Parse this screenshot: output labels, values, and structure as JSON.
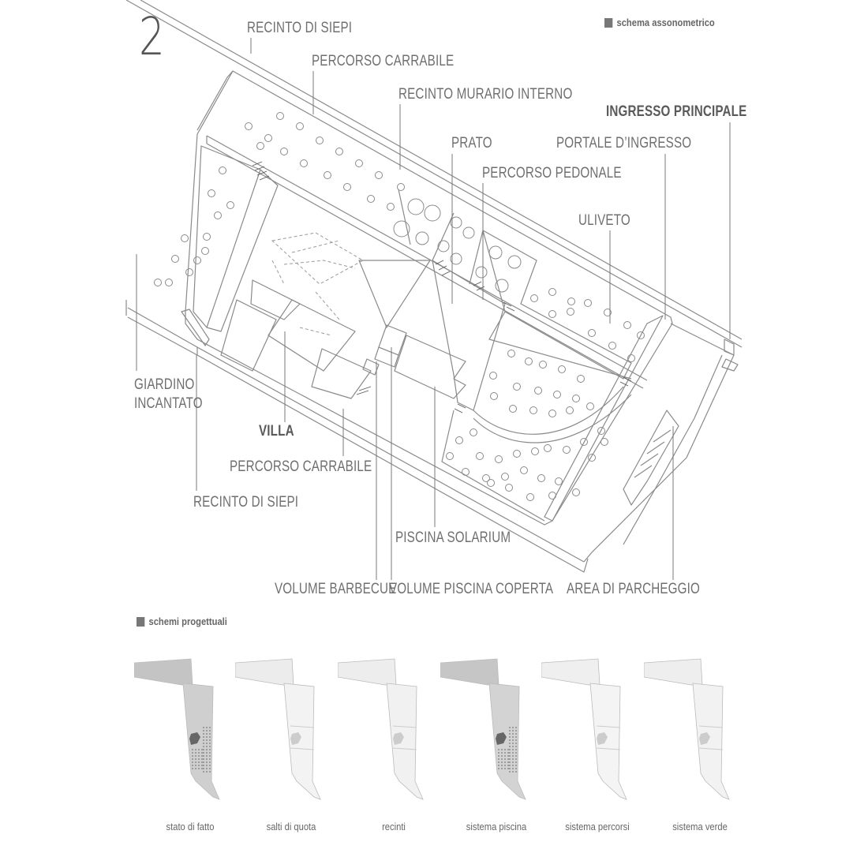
{
  "page_number": "2",
  "section_axo": "schema assonometrico",
  "section_schemes": "schemi progettuali",
  "labels": {
    "recinto_siepi_top": "RECINTO DI SIEPI",
    "percorso_carrabile_top": "PERCORSO CARRABILE",
    "recinto_murario": "RECINTO MURARIO INTERNO",
    "ingresso_principale": "INGRESSO PRINCIPALE",
    "prato": "PRATO",
    "portale": "PORTALE D’INGRESSO",
    "percorso_pedonale": "PERCORSO PEDONALE",
    "uliveto": "ULIVETO",
    "giardino_1": "GIARDINO",
    "giardino_2": "INCANTATO",
    "villa": "VILLA",
    "percorso_carrabile_bottom": "PERCORSO CARRABILE",
    "recinto_siepi_bottom": "RECINTO DI SIEPI",
    "piscina_solarium": "PISCINA SOLARIUM",
    "volume_barbecue": "VOLUME BARBECUE",
    "volume_piscina_coperta": "VOLUME PISCINA COPERTA",
    "area_parcheggio": "AREA DI PARCHEGGIO"
  },
  "schemes": [
    {
      "caption": "stato di fatto",
      "fill": "#cfcfcf",
      "top_fill": "#c4c4c4",
      "dots": true
    },
    {
      "caption": "salti di quota",
      "fill": "#f3f3f3",
      "top_fill": "#ececec",
      "dots": false
    },
    {
      "caption": "recinti",
      "fill": "#f1f1f1",
      "top_fill": "#ededed",
      "dots": false
    },
    {
      "caption": "sistema piscina",
      "fill": "#d3d3d3",
      "top_fill": "#c6c6c6",
      "dots": true
    },
    {
      "caption": "sistema percorsi",
      "fill": "#f4f4f4",
      "top_fill": "#efefef",
      "dots": false
    },
    {
      "caption": "sistema verde",
      "fill": "#f2f2f2",
      "top_fill": "#eeeeee",
      "dots": false
    }
  ],
  "colors": {
    "line": "#8a8a8a",
    "text": "#6f6f6f",
    "square": "#777777"
  }
}
